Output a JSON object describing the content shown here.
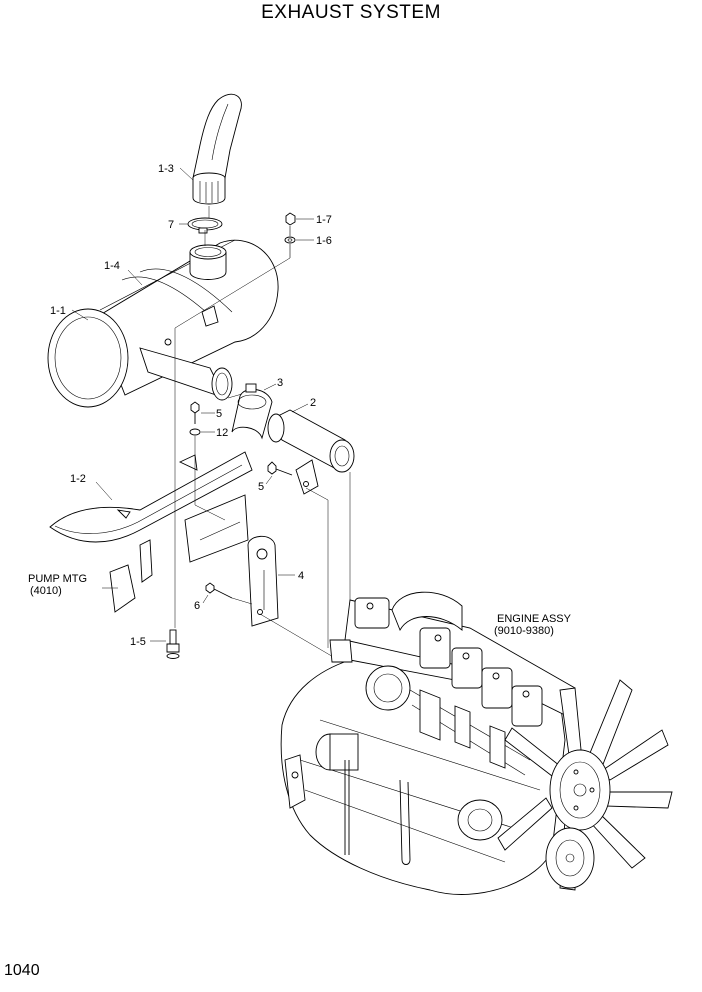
{
  "title": "EXHAUST SYSTEM",
  "page_number": "1040",
  "callouts": [
    {
      "id": "1-3",
      "label": "1-3"
    },
    {
      "id": "7",
      "label": "7"
    },
    {
      "id": "1-7",
      "label": "1-7"
    },
    {
      "id": "1-6",
      "label": "1-6"
    },
    {
      "id": "1-4",
      "label": "1-4"
    },
    {
      "id": "1-1",
      "label": "1-1"
    },
    {
      "id": "3",
      "label": "3"
    },
    {
      "id": "2",
      "label": "2"
    },
    {
      "id": "5a",
      "label": "5"
    },
    {
      "id": "12",
      "label": "12"
    },
    {
      "id": "5b",
      "label": "5"
    },
    {
      "id": "1-2",
      "label": "1-2"
    },
    {
      "id": "4",
      "label": "4"
    },
    {
      "id": "6",
      "label": "6"
    },
    {
      "id": "1-5",
      "label": "1-5"
    }
  ],
  "notes": {
    "pump_mtg": "PUMP MTG",
    "pump_mtg_ref": "(4010)",
    "engine_assy": "ENGINE ASSY",
    "engine_assy_ref": "(9010-9380)"
  }
}
